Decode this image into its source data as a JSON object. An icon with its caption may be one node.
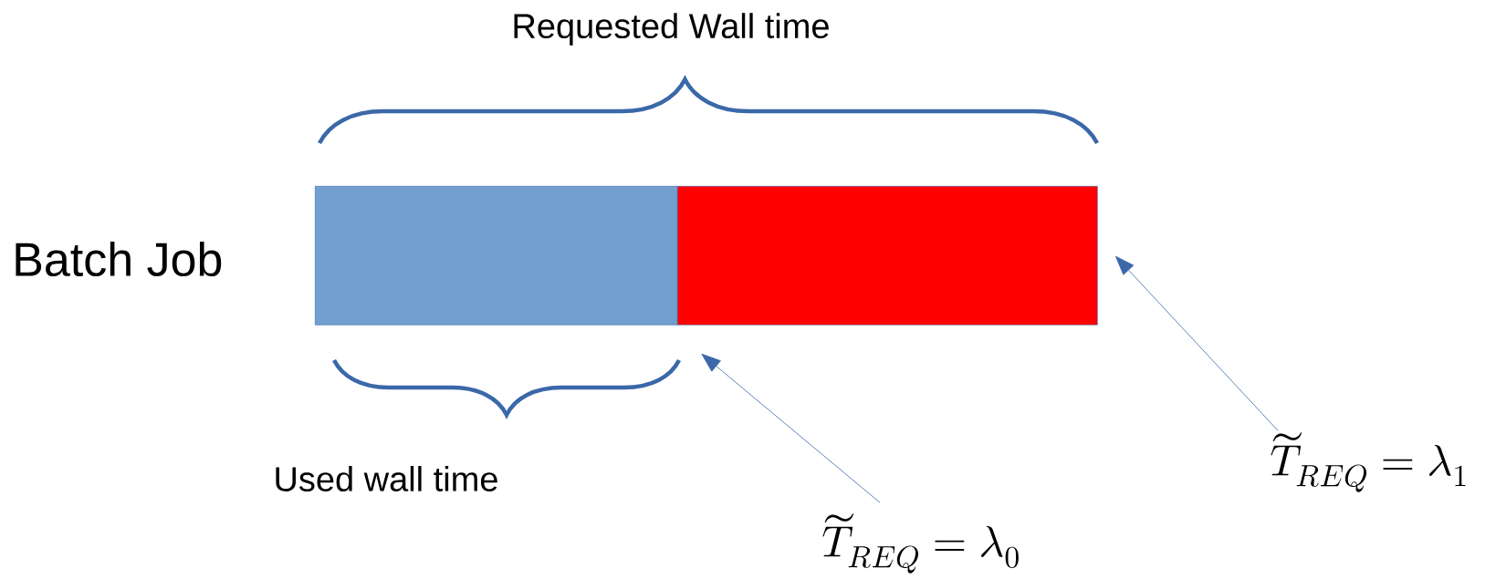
{
  "diagram": {
    "nodes": [
      {
        "text": [],
        "shape": "bar"
      },
      {
        "text": [],
        "shape": "bar"
      },
      {
        "text": [
          "\\widetilde{T}_{REQ} = \\lambda_0"
        ]
      },
      {
        "text": [
          "\\widetilde{T}_{REQ} = \\lambda_1"
        ]
      }
    ],
    "edges": [
      {
        "from": 2,
        "to": 1,
        "arrow": "to"
      },
      {
        "from": 3,
        "to": 1,
        "arrow": "to"
      }
    ],
    "labels": [
      "Requested Wall time",
      "Batch Job",
      "Used wall time"
    ]
  }
}
